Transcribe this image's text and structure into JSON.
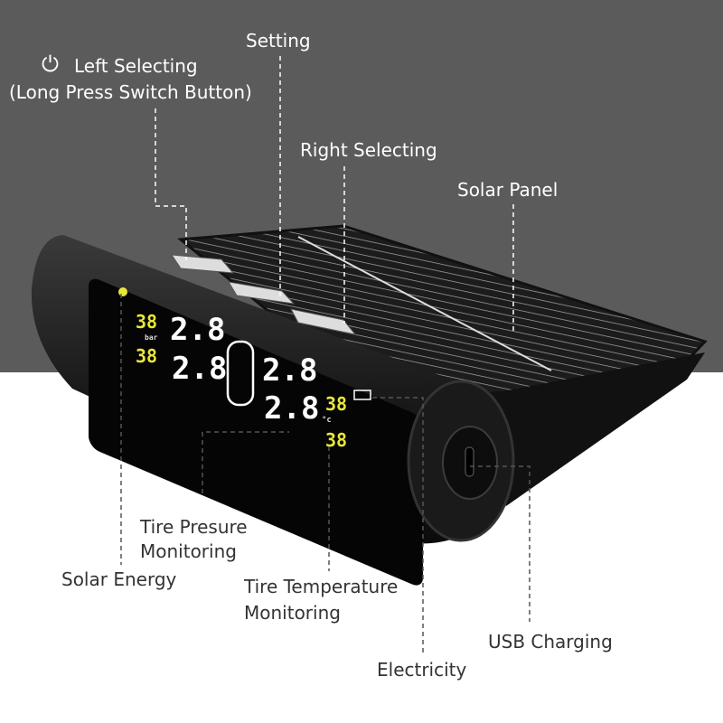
{
  "labels": {
    "left_selecting": "Left Selecting",
    "long_press": "(Long Press Switch Button)",
    "setting": "Setting",
    "right_selecting": "Right Selecting",
    "solar_panel": "Solar Panel",
    "tire_pressure_1": "Tire Presure",
    "tire_pressure_2": "Monitoring",
    "solar_energy": "Solar Energy",
    "tire_temp_1": "Tire Temperature",
    "tire_temp_2": "Monitoring",
    "usb_charging": "USB Charging",
    "electricity": "Electricity"
  },
  "display": {
    "temp_top_left": "38",
    "unit_bar": "bar",
    "temp_bottom_left": "38",
    "pressure_fl": "2.8",
    "pressure_rl": "2.8",
    "pressure_fr": "2.8",
    "pressure_rr": "2.8",
    "temp_top_right": "38",
    "unit_celsius": "°c",
    "temp_bottom_right": "38"
  },
  "colors": {
    "background_top": "#5b5b5b",
    "lcd_yellow": "#e8e83a",
    "lcd_white": "#ffffff"
  }
}
